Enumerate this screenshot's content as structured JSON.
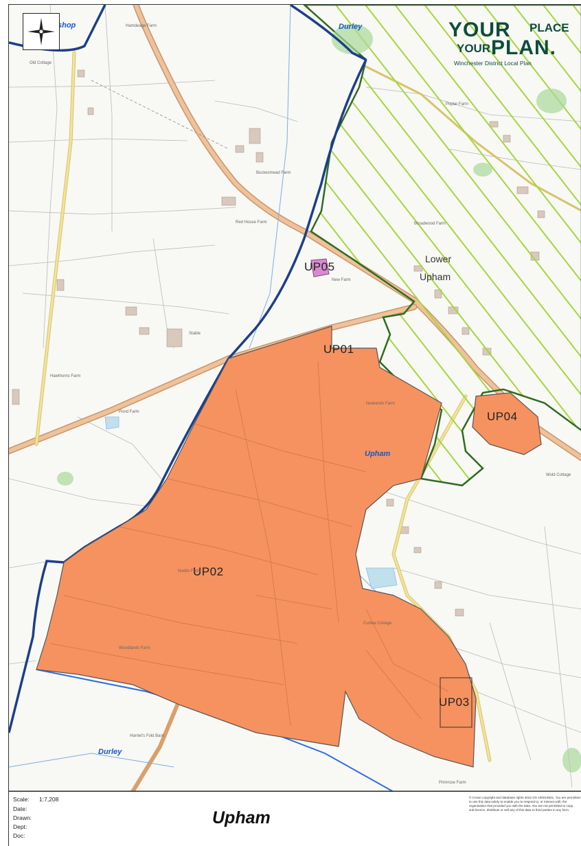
{
  "logo": {
    "line1_big": "YOUR",
    "line1_small": "PLACE",
    "line2_small": "YOUR",
    "line2_big": "PLAN.",
    "subtitle": "Winchester District Local Plan"
  },
  "map": {
    "sites": [
      {
        "id": "UP01",
        "label": "UP01"
      },
      {
        "id": "UP02",
        "label": "UP02"
      },
      {
        "id": "UP03",
        "label": "UP03"
      },
      {
        "id": "UP04",
        "label": "UP04"
      },
      {
        "id": "UP05",
        "label": "UP05"
      }
    ],
    "place_name_line1": "Lower",
    "place_name_line2": "Upham",
    "parish_labels": {
      "top_left": "Bishop",
      "top": "Durley",
      "center": "Upham",
      "bottom": "Durley"
    },
    "farm_labels": {
      "f1": "Hamdeage Farm",
      "f2": "Old Cottage",
      "f3": "Buckesmead Farm",
      "f4": "Red House Farm",
      "f5": "Poplar Farm",
      "f6": "Broadwood Farm",
      "f7": "Hawthorns Farm",
      "f8": "Pond Farm",
      "f9": "Stable",
      "f10": "New Farm",
      "f11": "Newlands Farm",
      "f12": "Wold Cottage",
      "f13": "Primrose Farm",
      "f14": "Harriet's Fold Barn",
      "f15": "Nodds Farm",
      "f16": "Woodlands Farm",
      "f17": "Curlew Cottage"
    },
    "colors": {
      "site_fill": "#f6925f",
      "site_outline": "#555555",
      "settlement_boundary": "#1c3f8a",
      "green_belt_hatch": "#a6d63c",
      "green_belt_outline": "#2e6b1e",
      "road": "#e8b98a",
      "road_minor": "#f2e49a",
      "parish_label": "#1a56c8",
      "logo": "#0d4d3a"
    },
    "icons": {
      "compass": "compass-icon"
    }
  },
  "footer": {
    "scale_key": "Scale:",
    "scale_value": "1:7,208",
    "date_key": "Date:",
    "date_value": "",
    "drawn_key": "Drawn:",
    "drawn_value": "",
    "dept_key": "Dept:",
    "dept_value": "",
    "doc_key": "Doc:",
    "doc_value": "",
    "title": "Upham",
    "copyright": "© Crown copyright and database rights 2022 OS 100019531. You are permitted to use this data solely to enable you to respond to, or interact with, the organisation that provided you with the data. You are not permitted to copy, sub-licence, distribute or sell any of this data to third parties in any form."
  }
}
